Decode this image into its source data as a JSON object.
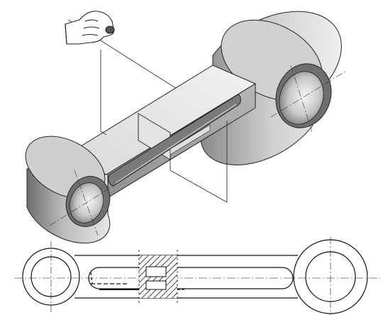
{
  "figure": {
    "kind": "engineering-illustration",
    "subject": "connecting-rod",
    "views": [
      "isometric-view",
      "sectioned-plan-view"
    ],
    "icons": [
      "hand-icon",
      "cutting-plane",
      "hatching-pattern"
    ],
    "colors": {
      "background": "#ffffff",
      "line": "#1a1a1a",
      "light_face": "#e9e9e9",
      "mid_face": "#c4c4c4",
      "dark_face": "#7d7d7d",
      "bore_inner": "#8a8a8a"
    }
  }
}
